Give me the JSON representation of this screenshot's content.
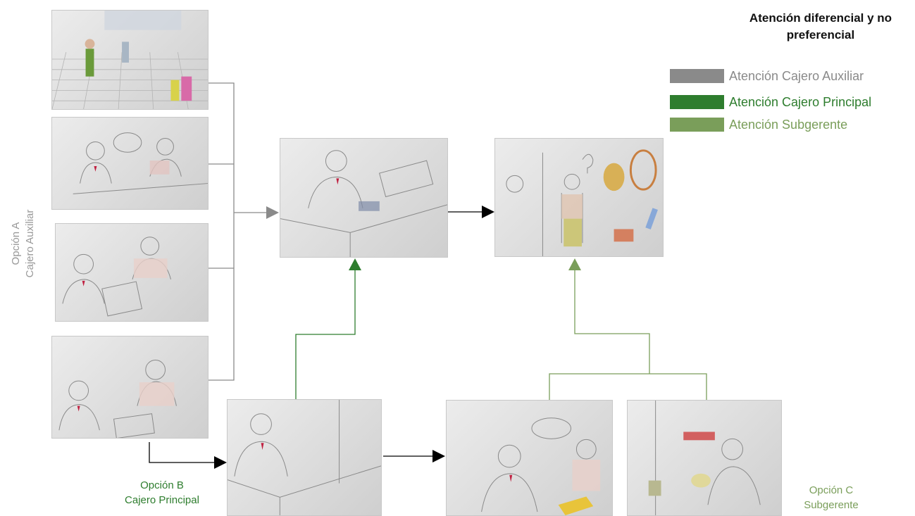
{
  "title": "Atención diferencial y no preferencial",
  "legend": [
    {
      "label": "Atención Cajero Auxiliar",
      "color": "#8a8a8a"
    },
    {
      "label": "Atención Cajero Principal",
      "color": "#2e7d2e"
    },
    {
      "label": "Atención Subgerente",
      "color": "#7a9e5a"
    }
  ],
  "colors": {
    "auxiliar_line": "#8a8a8a",
    "principal_line": "#2e7d2e",
    "subgerente_line": "#7a9e5a",
    "flow_arrow": "#000000"
  },
  "option_a": {
    "line1": "Opción A",
    "line2": "Cajero Auxiliar"
  },
  "option_b": {
    "line1": "Opción B",
    "line2": "Cajero Principal"
  },
  "option_c": {
    "line1": "Opción C",
    "line2": "Subgerente"
  }
}
